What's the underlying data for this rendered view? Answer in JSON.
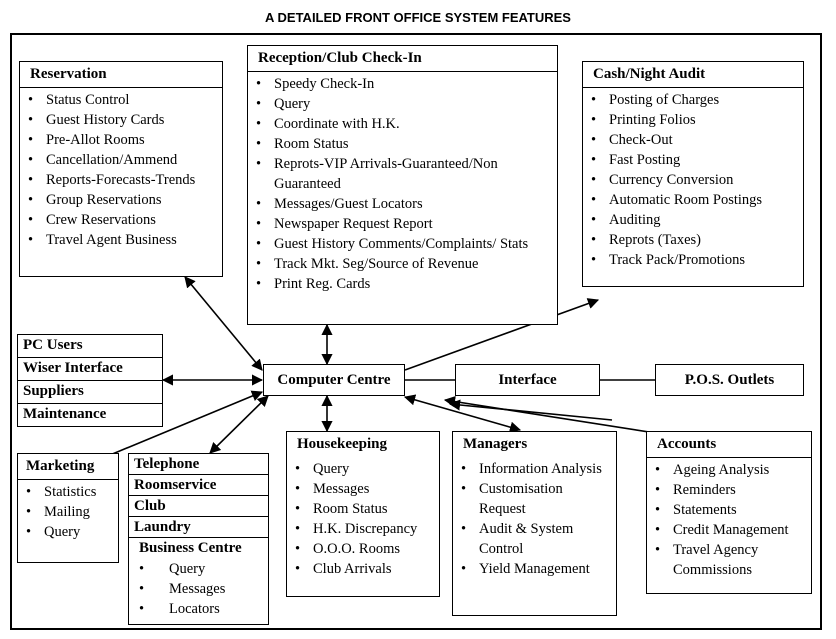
{
  "title": "A DETAILED FRONT OFFICE SYSTEM FEATURES",
  "reservation": {
    "title": "Reservation",
    "items": [
      "Status Control",
      "Guest History Cards",
      "Pre-Allot Rooms",
      "Cancellation/Ammend",
      "Reports-Forecasts-Trends",
      "Group Reservations",
      "Crew Reservations",
      "Travel Agent Business"
    ]
  },
  "reception": {
    "title": "Reception/Club Check-In",
    "items": [
      "Speedy Check-In",
      "Query",
      "Coordinate with H.K.",
      "Room Status",
      "Reprots-VIP Arrivals-Guaranteed/Non Guaranteed",
      "Messages/Guest Locators",
      "Newspaper Request Report",
      "Guest History Comments/Complaints/ Stats",
      "Track Mkt. Seg/Source of Revenue",
      "Print Reg. Cards"
    ]
  },
  "cash": {
    "title": "Cash/Night Audit",
    "items": [
      "Posting of Charges",
      "Printing Folios",
      "Check-Out",
      "Fast Posting",
      "Currency Conversion",
      "Automatic Room Postings",
      "Auditing",
      "Reprots (Taxes)",
      "Track Pack/Promotions"
    ]
  },
  "pc_stack": [
    "PC Users",
    "Wiser Interface",
    "Suppliers",
    "Maintenance"
  ],
  "computer_centre": "Computer Centre",
  "interface": "Interface",
  "pos": "P.O.S. Outlets",
  "marketing": {
    "title": "Marketing",
    "items": [
      "Statistics",
      "Mailing",
      "Query"
    ]
  },
  "services": {
    "cells": [
      "Telephone",
      "Roomservice",
      "Club",
      "Laundry"
    ],
    "business_title": "Business Centre",
    "business_items": [
      "Query",
      "Messages",
      "Locators"
    ]
  },
  "housekeeping": {
    "title": "Housekeeping",
    "items": [
      "Query",
      "Messages",
      "Room Status",
      "H.K. Discrepancy",
      "O.O.O. Rooms",
      "Club Arrivals"
    ]
  },
  "managers": {
    "title": "Managers",
    "items": [
      "Information Analysis",
      "Customisation Request",
      "Audit & System Control",
      "Yield Management"
    ]
  },
  "accounts": {
    "title": "Accounts",
    "items": [
      "Ageing Analysis",
      "Reminders",
      "Statements",
      "Credit Management",
      "Travel Agency Commissions"
    ]
  }
}
